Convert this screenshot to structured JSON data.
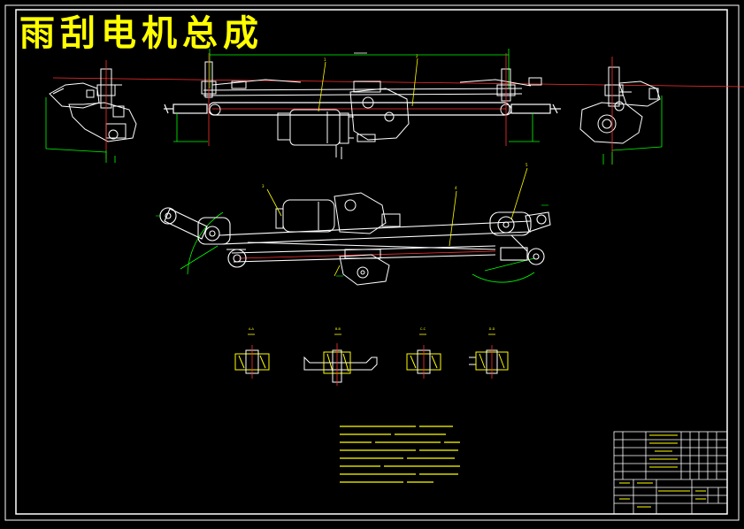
{
  "drawing": {
    "title": "雨刮电机总成",
    "colors": {
      "background": "#000000",
      "frame": "#ffffff",
      "title": "#ffff00",
      "outline": "#ffffff",
      "dimension": "#00ff00",
      "centerline": "#ff3030",
      "leader": "#ffff00",
      "hatch": "#ffff00",
      "text": "#ffff00"
    }
  },
  "balloons": [
    "1",
    "2",
    "3",
    "4",
    "5"
  ],
  "sections": [
    {
      "label": "A-A"
    },
    {
      "label": "B-B"
    },
    {
      "label": "C-C"
    },
    {
      "label": "D-D"
    }
  ]
}
